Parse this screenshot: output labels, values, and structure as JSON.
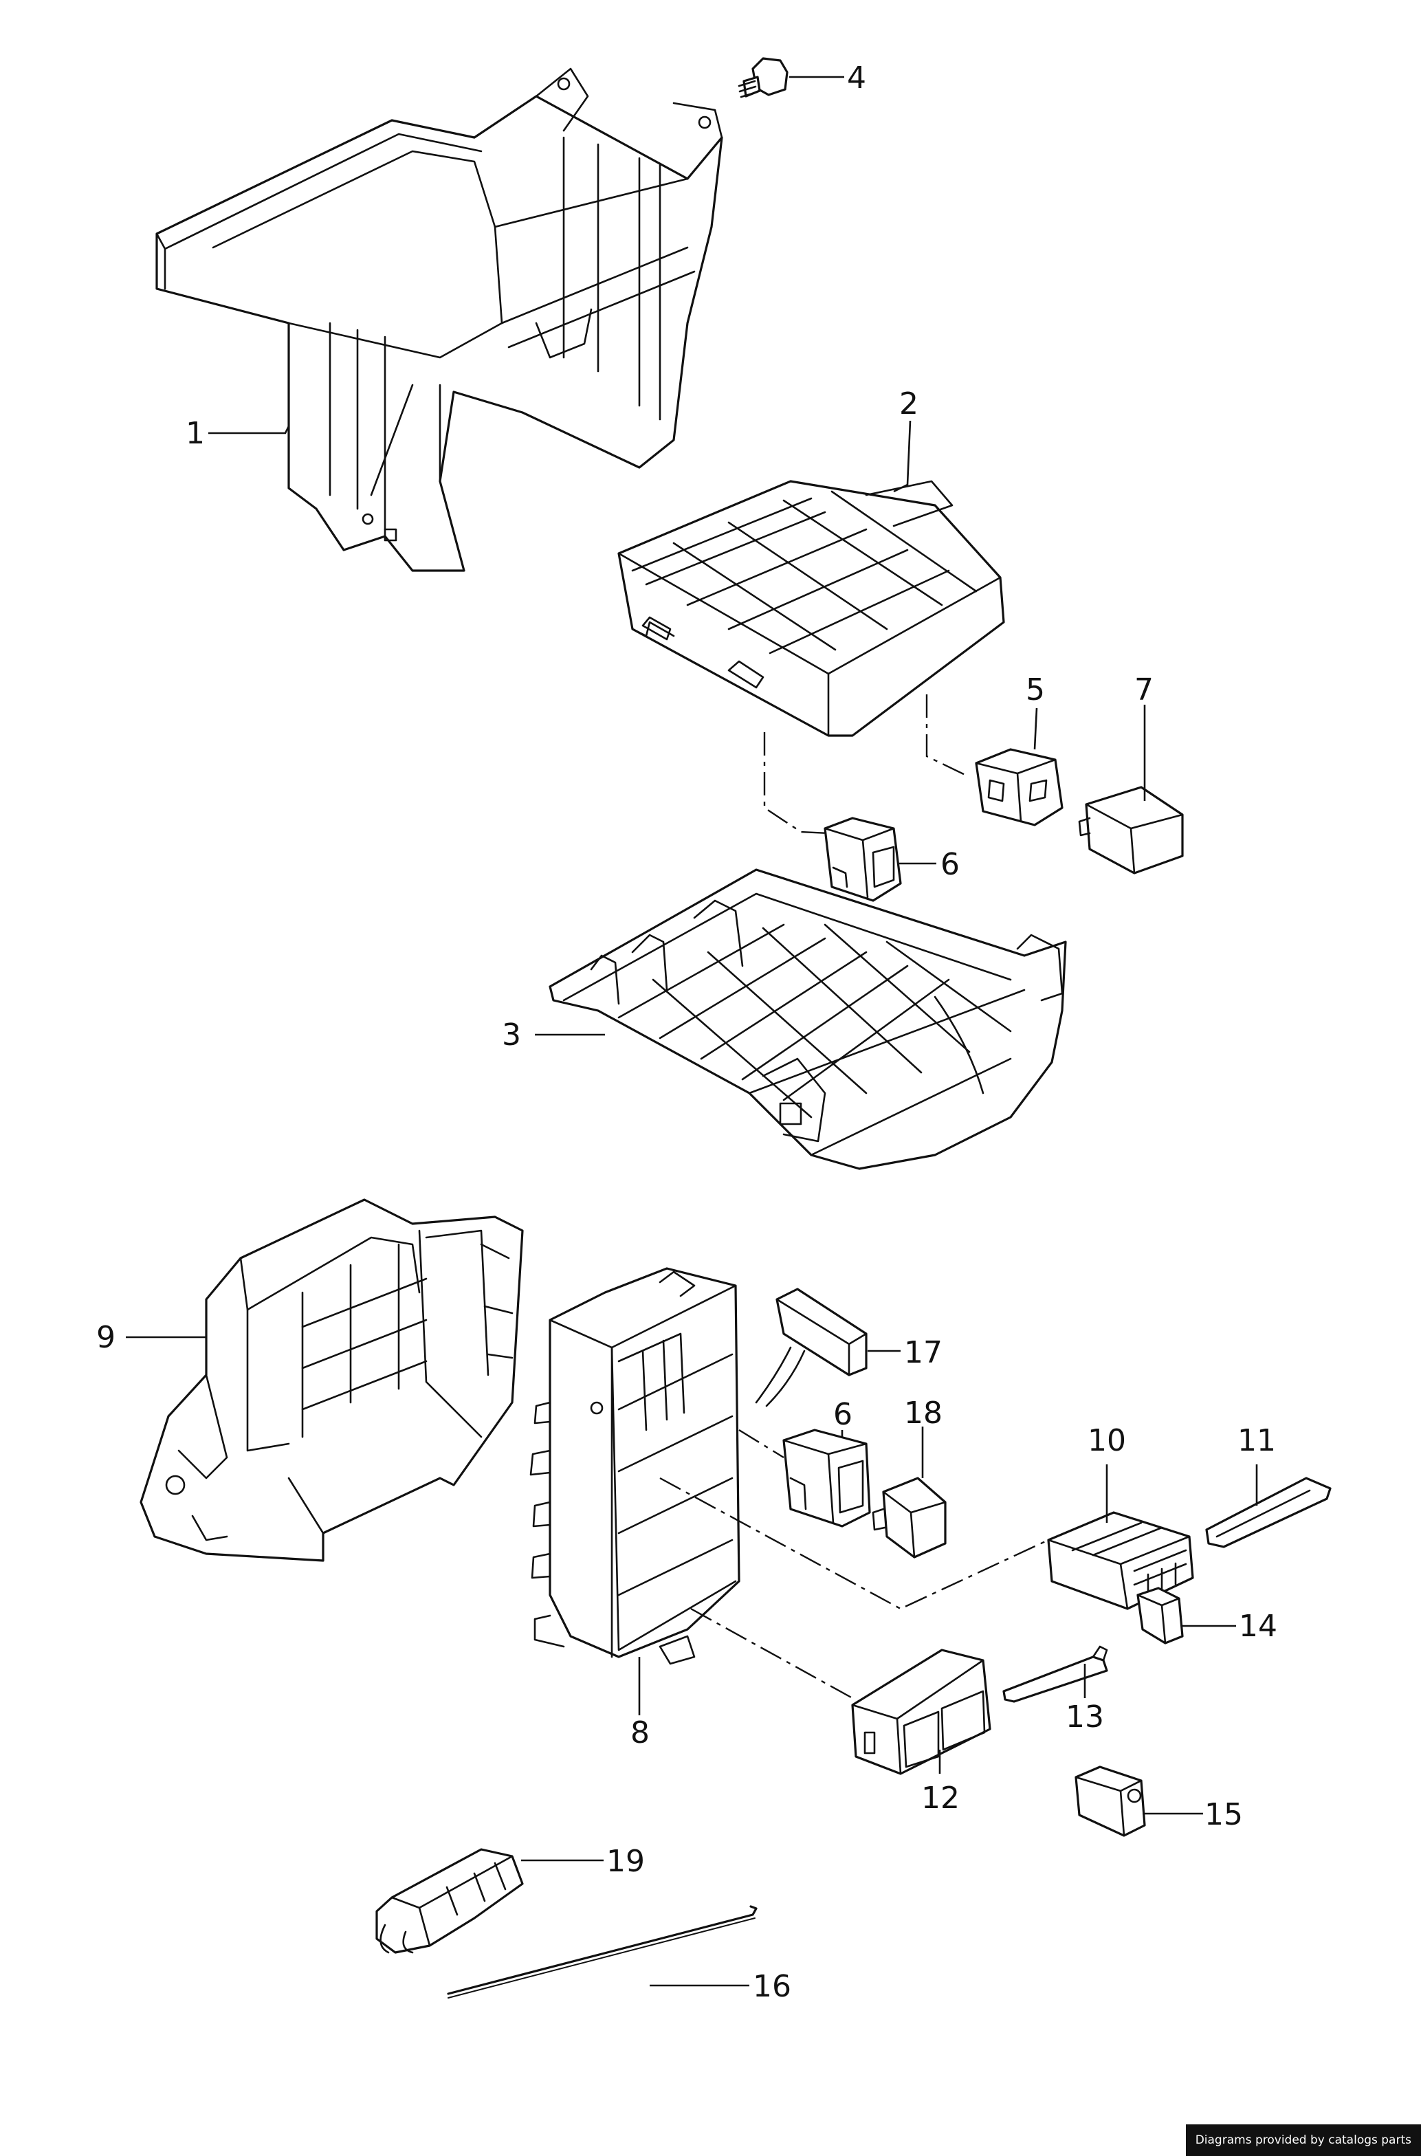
{
  "callouts": {
    "c1": "1",
    "c2": "2",
    "c3": "3",
    "c4": "4",
    "c5": "5",
    "c6a": "6",
    "c7": "7",
    "c6b": "6",
    "c8": "8",
    "c9": "9",
    "c10": "10",
    "c11": "11",
    "c12": "12",
    "c13": "13",
    "c14": "14",
    "c15": "15",
    "c16": "16",
    "c17": "17",
    "c18": "18",
    "c19": "19"
  },
  "credit": "Diagrams provided by catalogs parts",
  "colors": {
    "line": "#111111",
    "background": "#ffffff",
    "credit_background": "#111111",
    "credit_text": "#ffffff"
  }
}
